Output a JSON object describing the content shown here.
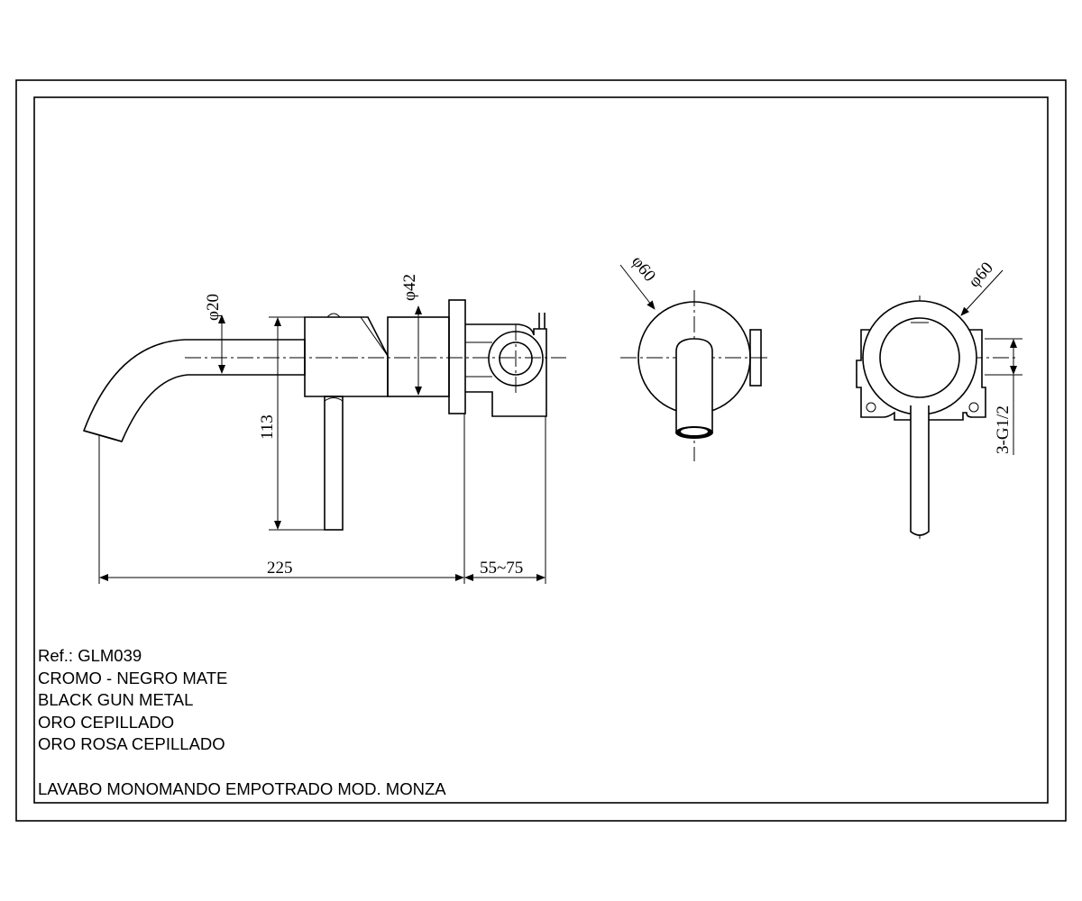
{
  "dimensions": {
    "d20": "φ20",
    "d42": "φ42",
    "d60_left": "φ60",
    "d60_right": "φ60",
    "h113": "113",
    "w225": "225",
    "depth": "55~75",
    "thread": "3-G1/2"
  },
  "notes": {
    "ref": "Ref.: GLM039",
    "finishes": [
      "CROMO - NEGRO MATE",
      "BLACK GUN METAL",
      "ORO CEPILLADO",
      "ORO ROSA CEPILLADO"
    ],
    "product": "LAVABO MONOMANDO EMPOTRADO MOD. MONZA"
  }
}
